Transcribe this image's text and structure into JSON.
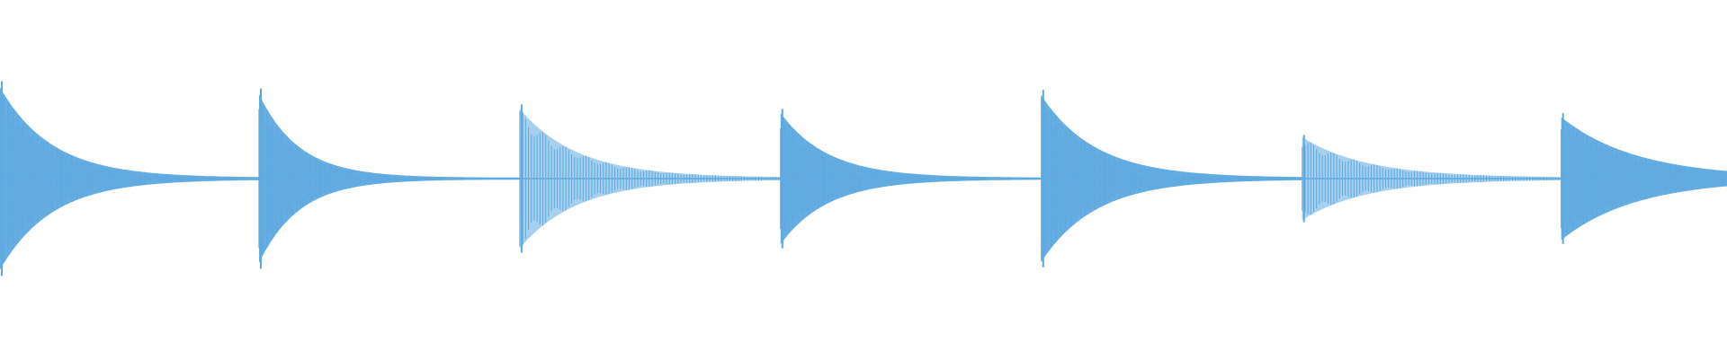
{
  "waveform": {
    "color": "#5da9e0",
    "background": "#ffffff",
    "duration_fraction_visible": 1.0,
    "notes": [
      {
        "index": 0,
        "onset": 0.0,
        "peak_amplitude": 0.67,
        "decay": 5.0,
        "texture": "dense"
      },
      {
        "index": 1,
        "onset": 0.15,
        "peak_amplitude": 0.62,
        "decay": 6.5,
        "texture": "dense"
      },
      {
        "index": 2,
        "onset": 0.301,
        "peak_amplitude": 0.51,
        "decay": 4.5,
        "texture": "comb"
      },
      {
        "index": 3,
        "onset": 0.452,
        "peak_amplitude": 0.48,
        "decay": 5.5,
        "texture": "dense"
      },
      {
        "index": 4,
        "onset": 0.603,
        "peak_amplitude": 0.61,
        "decay": 4.8,
        "texture": "dense"
      },
      {
        "index": 5,
        "onset": 0.754,
        "peak_amplitude": 0.3,
        "decay": 4.0,
        "texture": "comb"
      },
      {
        "index": 6,
        "onset": 0.904,
        "peak_amplitude": 0.45,
        "decay": 2.2,
        "texture": "dense"
      }
    ]
  }
}
